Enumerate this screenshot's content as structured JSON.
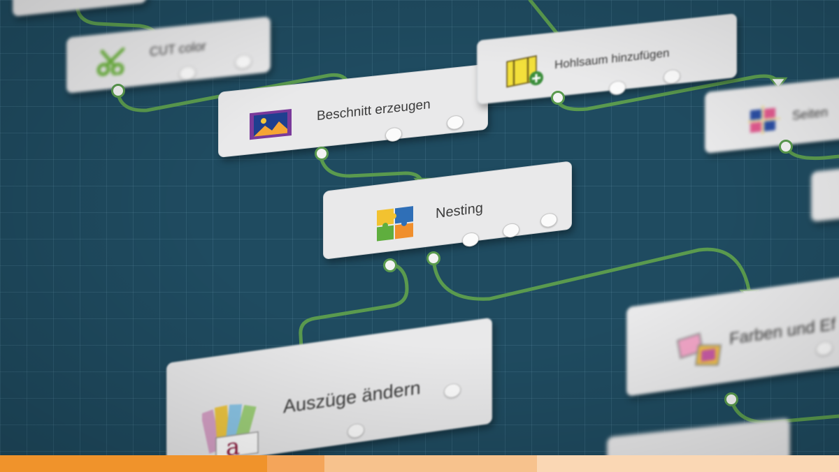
{
  "nodes": {
    "cut_color": {
      "label": "CUT color",
      "icon": "scissors-icon"
    },
    "beschnitt": {
      "label": "Beschnitt erzeugen",
      "icon": "image-bleed-icon"
    },
    "nesting": {
      "label": "Nesting",
      "icon": "puzzle-icon"
    },
    "auszuege": {
      "label": "Auszüge ändern",
      "icon": "color-swatch-icon"
    },
    "hohlsaum": {
      "label": "Hohlsaum hinzufügen",
      "icon": "hem-add-icon"
    },
    "seiten": {
      "label": "Seiten",
      "icon": "tile-grid-icon"
    },
    "farben": {
      "label": "Farben und Ef",
      "icon": "color-effects-icon"
    }
  },
  "colors": {
    "canvas": "#1f4b60",
    "wire": "#5a9a4e",
    "node_fill": "#e9e9ea",
    "footer": [
      "#f0932b",
      "#f4a55a",
      "#f7c28d",
      "#fad7b4"
    ]
  }
}
